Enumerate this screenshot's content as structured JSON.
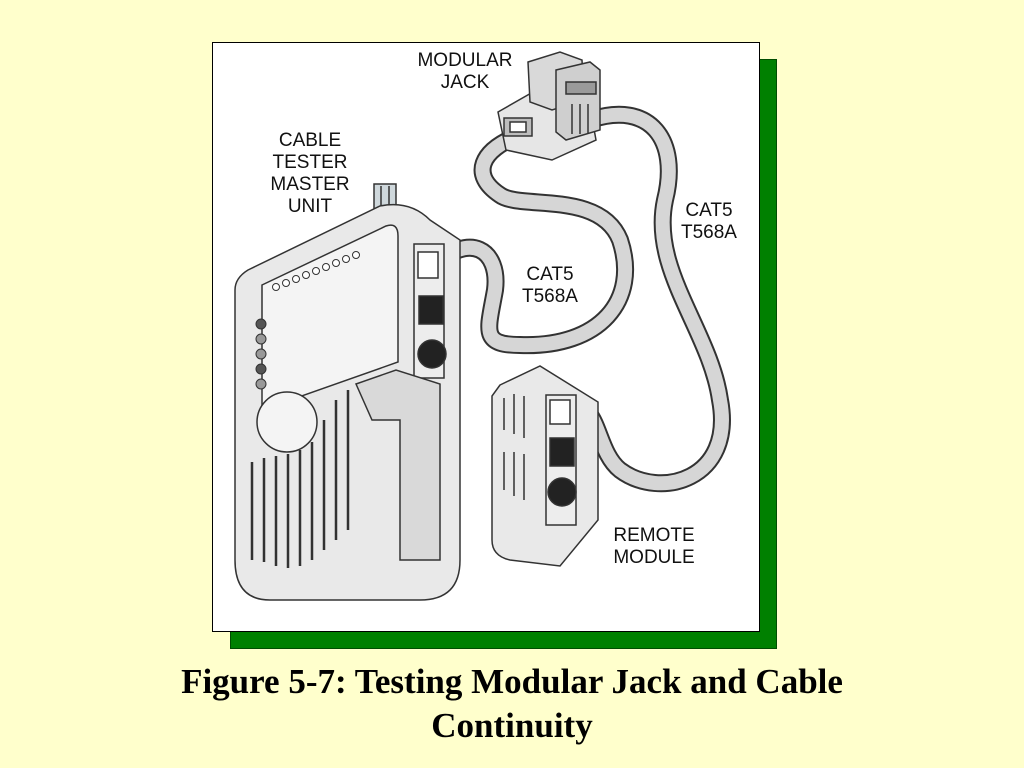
{
  "diagram": {
    "labels": {
      "modular_jack": [
        "MODULAR",
        "JACK"
      ],
      "master_unit": [
        "CABLE",
        "TESTER",
        "MASTER",
        "UNIT"
      ],
      "cable_center": [
        "CAT5",
        "T568A"
      ],
      "cable_right": [
        "CAT5",
        "T568A"
      ],
      "remote_module": [
        "REMOTE",
        "MODULE"
      ]
    },
    "colors": {
      "page_background": "#ffffcc",
      "frame_shadow": "#008000",
      "device_body": "#e8e8e8",
      "cable": "#d4d4d4",
      "outline": "#333333"
    }
  },
  "caption": {
    "line1": "Figure 5-7: Testing Modular Jack and Cable",
    "line2": "Continuity"
  }
}
